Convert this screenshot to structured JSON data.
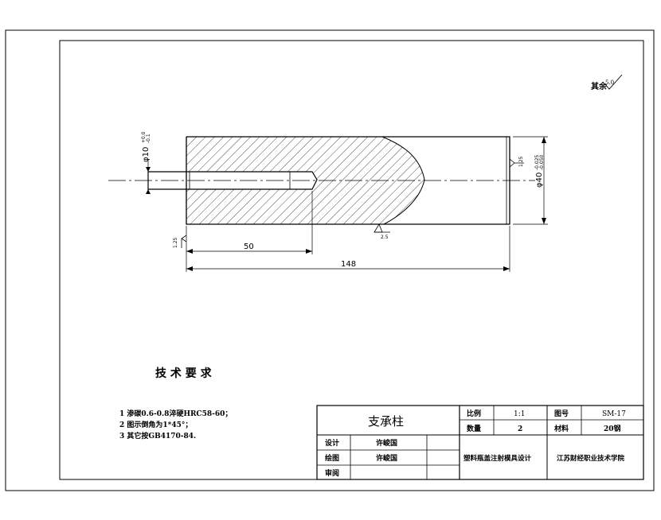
{
  "drawing": {
    "roughness_note": "其余",
    "roughness_value": "5.0",
    "diameter_small": "φ10",
    "tol_small_upper": "+0.0",
    "tol_small_lower": "-0.1",
    "diameter_large": "φ40",
    "tol_large_upper": "-0.025",
    "tol_large_lower": "-0.050",
    "roughness_right": "1.25",
    "roughness_bottom": "2.5",
    "roughness_left": "1.25",
    "dim_hole_depth": "50",
    "dim_total_length": "148"
  },
  "tech_requirements": {
    "title": "技 术 要 求",
    "items": [
      "1   渗碳0.6-0.8淬硬HRC58-60；",
      "2   图示倒角为1*45°；",
      "3   其它按GB4170-84."
    ]
  },
  "title_block": {
    "part_name": "支承柱",
    "scale_label": "比例",
    "scale_value": "1:1",
    "drawing_no_label": "图号",
    "drawing_no_value": "SM-17",
    "quantity_label": "数量",
    "quantity_value": "2",
    "material_label": "材料",
    "material_value": "20钢",
    "design_label": "设计",
    "design_name": "许峻国",
    "draw_label": "绘图",
    "draw_name": "许峻国",
    "review_label": "审阅",
    "project": "塑料瓶盖注射模具设计",
    "school": "江苏财经职业技术学院"
  }
}
